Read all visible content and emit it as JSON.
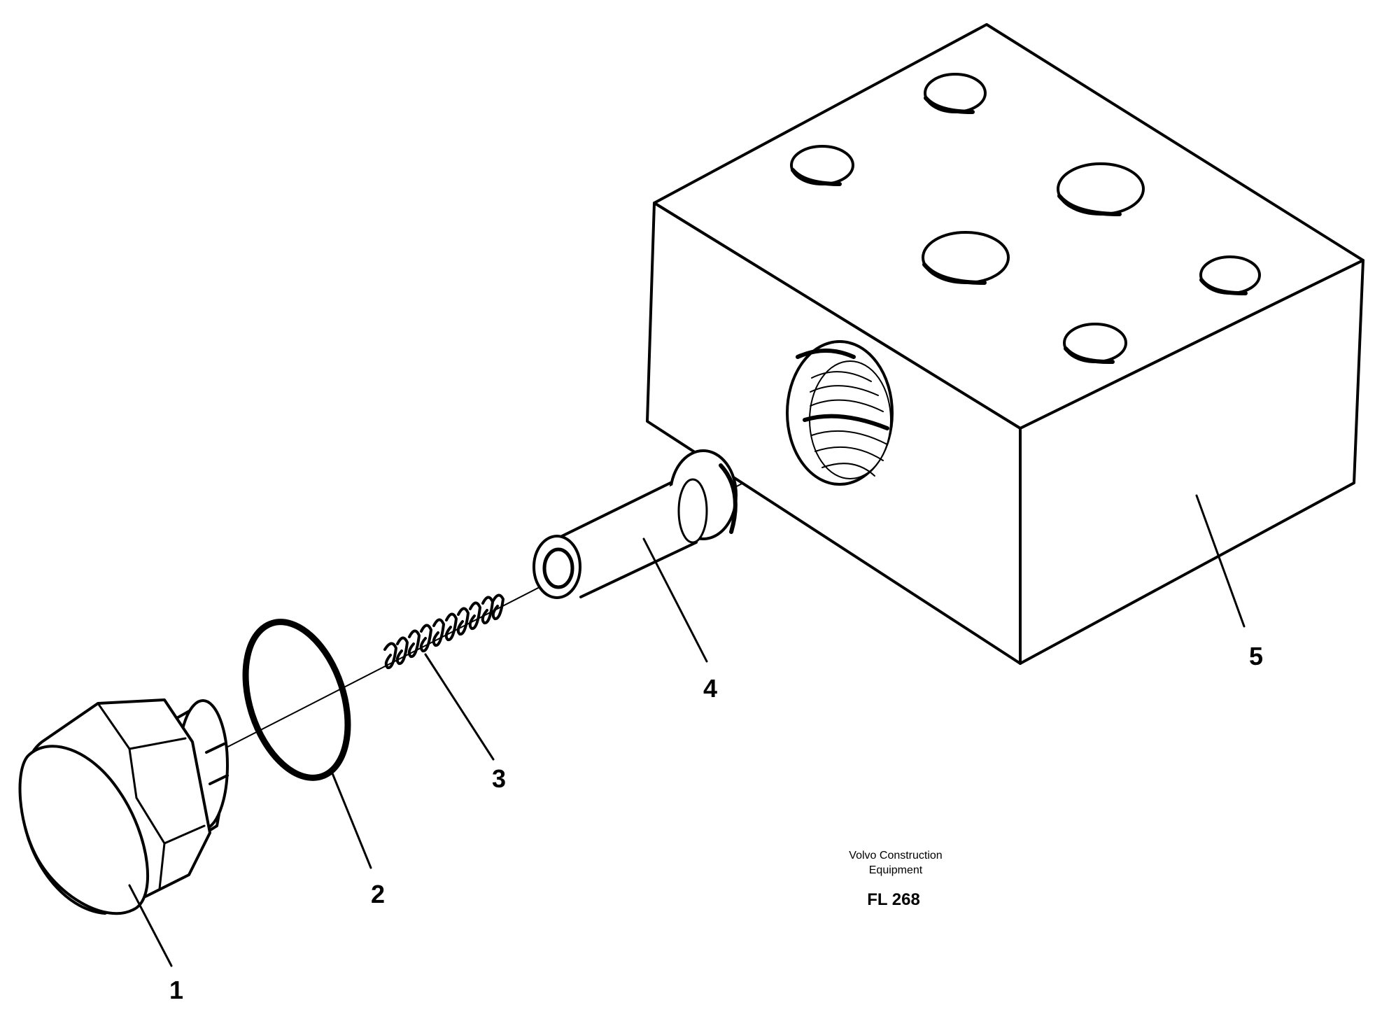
{
  "drawing": {
    "part_labels": [
      "1",
      "2",
      "3",
      "4",
      "5"
    ],
    "brand_line_1": "Volvo Construction",
    "brand_line_2": "Equipment",
    "figure_code": "FL 268"
  }
}
